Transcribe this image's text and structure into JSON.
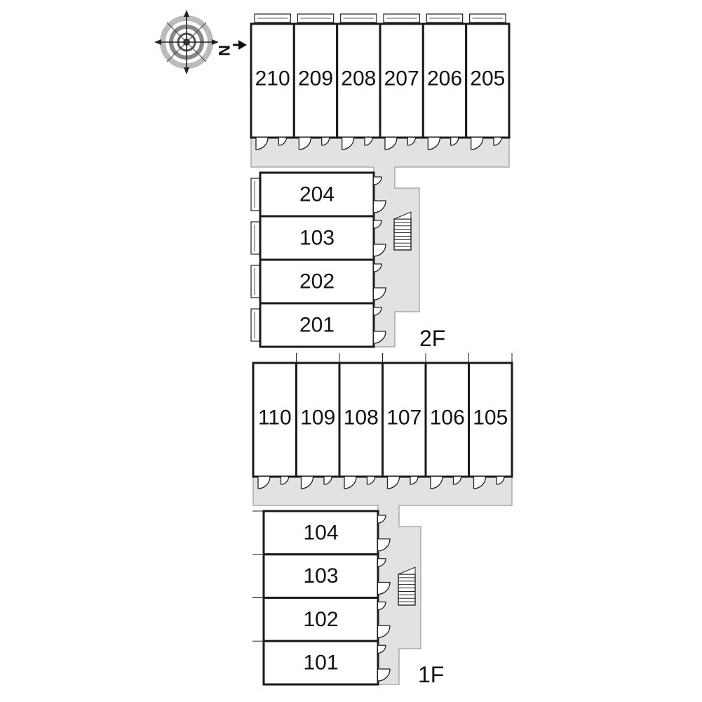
{
  "colors": {
    "wall": "#1a1a1a",
    "corridor": "#e2e2e2",
    "background": "#ffffff",
    "corridor_edge": "#9a9a9a"
  },
  "compass": {
    "letter": "N",
    "icon": "compass-rose-icon"
  },
  "floor2": {
    "label": "2F",
    "top_row": [
      "210",
      "209",
      "208",
      "207",
      "206",
      "205"
    ],
    "side_units": [
      "204",
      "103",
      "202",
      "201"
    ],
    "stair_icon": "staircase-icon"
  },
  "floor1": {
    "label": "1F",
    "top_row": [
      "110",
      "109",
      "108",
      "107",
      "106",
      "105"
    ],
    "side_units": [
      "104",
      "103",
      "102",
      "101"
    ],
    "stair_icon": "staircase-icon"
  }
}
